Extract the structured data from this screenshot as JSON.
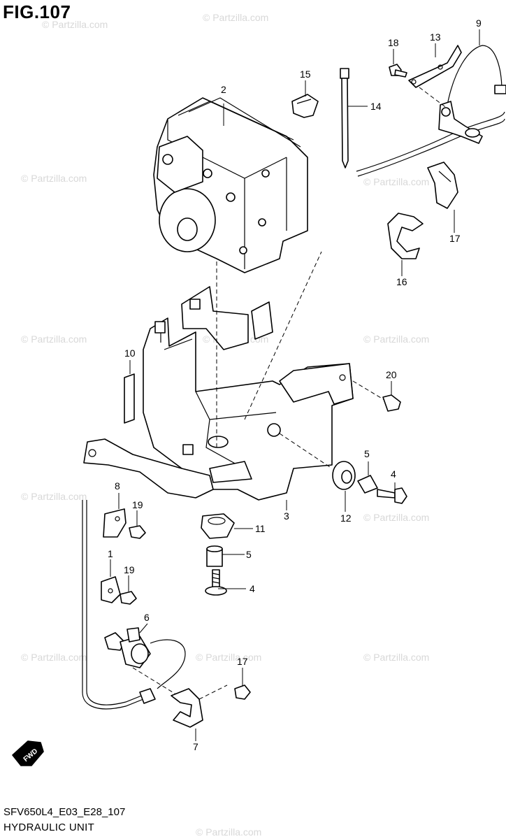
{
  "figure": {
    "title": "FIG.107",
    "code": "SFV650L4_E03_E28_107",
    "name": "HYDRAULIC UNIT",
    "direction_badge": "FWD"
  },
  "watermark": "© Partzilla.com",
  "callouts": {
    "c1": "1",
    "c2": "2",
    "c3": "3",
    "c4a": "4",
    "c4b": "4",
    "c5a": "5",
    "c5b": "5",
    "c6": "6",
    "c7": "7",
    "c8": "8",
    "c9": "9",
    "c10": "10",
    "c11": "11",
    "c12": "12",
    "c13": "13",
    "c14": "14",
    "c15": "15",
    "c16": "16",
    "c17a": "17",
    "c17b": "17",
    "c18": "18",
    "c19a": "19",
    "c19b": "19",
    "c20": "20"
  }
}
